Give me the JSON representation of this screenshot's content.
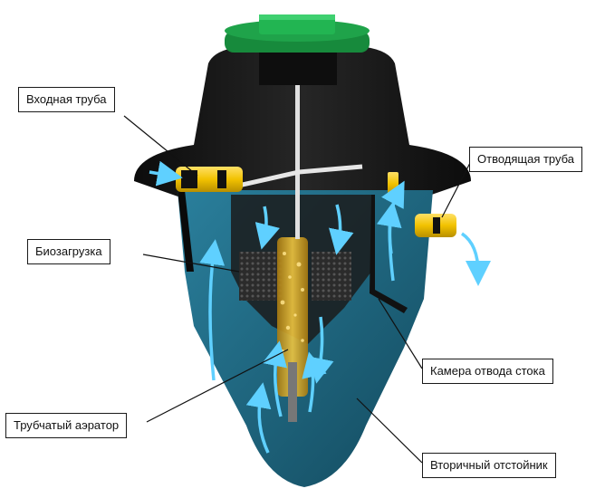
{
  "labels": {
    "inlet_pipe": "Входная труба",
    "outlet_pipe": "Отводящая труба",
    "bio_load": "Биозагрузка",
    "discharge_chamber": "Камера отвода стока",
    "tube_aerator": "Трубчатый аэратор",
    "secondary_settler": "Вторичный отстойник"
  },
  "colors": {
    "lid": "#1fa34a",
    "tank_body": "#141414",
    "water": "#1f6f8a",
    "water_dark": "#154f63",
    "pipe": "#f2c200",
    "flow_arrow": "#5fd0ff",
    "aerator": "#d9a21a"
  }
}
